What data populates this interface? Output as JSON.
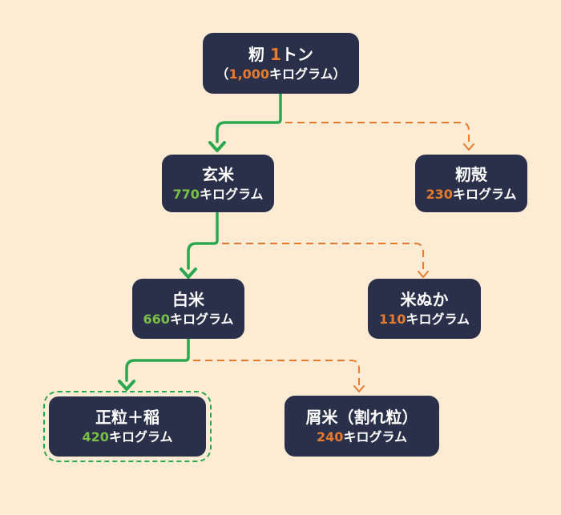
{
  "palette": {
    "background": "#fdecd3",
    "node_background": "#2a3049",
    "node_text": "#ffffff",
    "green_line": "#2ba84f",
    "green_value": "#7abf47",
    "orange": "#e87a2e"
  },
  "nodes": [
    {
      "id": "paddy",
      "title_pre": "籾 ",
      "title_num": "1",
      "title_post": "トン",
      "sub_pre": "（",
      "sub_num": "1,000",
      "sub_post": "キログラム）",
      "accent": "orange"
    },
    {
      "id": "brown-rice",
      "title": "玄米",
      "value": "770",
      "unit": "キログラム",
      "accent": "green"
    },
    {
      "id": "rice-husk",
      "title": "籾殻",
      "value": "230",
      "unit": "キログラム",
      "accent": "orange"
    },
    {
      "id": "white-rice",
      "title": "白米",
      "value": "660",
      "unit": "キログラム",
      "accent": "green"
    },
    {
      "id": "rice-bran",
      "title": "米ぬか",
      "value": "110",
      "unit": "キログラム",
      "accent": "orange"
    },
    {
      "id": "whole-grain",
      "title": "正粒＋稲",
      "value": "420",
      "unit": "キログラム",
      "accent": "green",
      "highlighted": true
    },
    {
      "id": "broken-rice",
      "title": "屑米（割れ粒）",
      "value": "240",
      "unit": "キログラム",
      "accent": "orange"
    }
  ],
  "edges": [
    {
      "from": "paddy",
      "to": "brown-rice",
      "style": "solid-green"
    },
    {
      "from": "paddy",
      "to": "rice-husk",
      "style": "dashed-orange"
    },
    {
      "from": "brown-rice",
      "to": "white-rice",
      "style": "solid-green"
    },
    {
      "from": "brown-rice",
      "to": "rice-bran",
      "style": "dashed-orange"
    },
    {
      "from": "white-rice",
      "to": "whole-grain",
      "style": "solid-green"
    },
    {
      "from": "white-rice",
      "to": "broken-rice",
      "style": "dashed-orange"
    }
  ]
}
